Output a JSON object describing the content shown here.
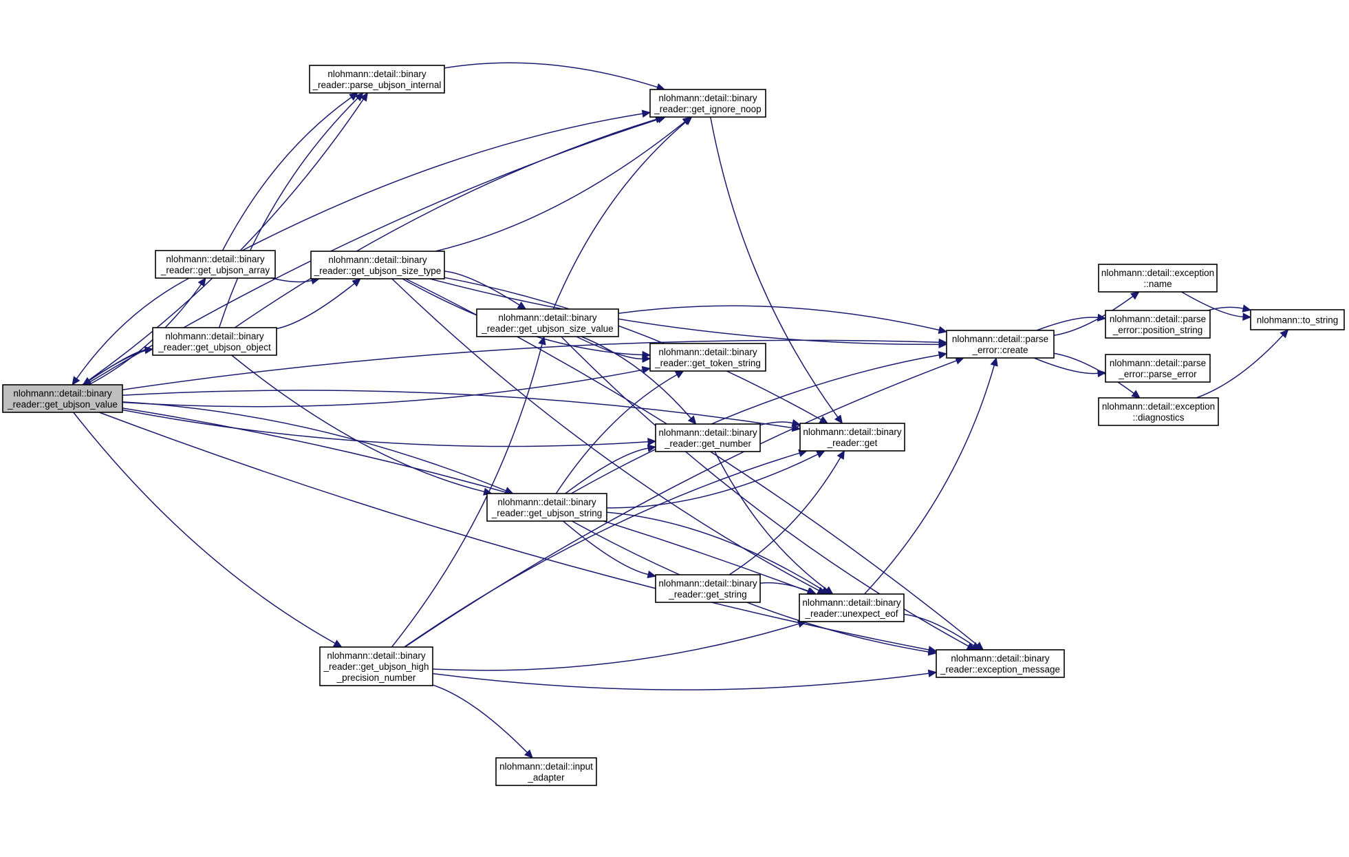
{
  "graph": {
    "nodes": {
      "root": [
        "nlohmann::detail::binary",
        "_reader::get_ubjson_value"
      ],
      "array": [
        "nlohmann::detail::binary",
        "_reader::get_ubjson_array"
      ],
      "object": [
        "nlohmann::detail::binary",
        "_reader::get_ubjson_object"
      ],
      "parse_internal": [
        "nlohmann::detail::binary",
        "_reader::parse_ubjson_internal"
      ],
      "size_type": [
        "nlohmann::detail::binary",
        "_reader::get_ubjson_size_type"
      ],
      "size_value": [
        "nlohmann::detail::binary",
        "_reader::get_ubjson_size_value"
      ],
      "ignore_noop": [
        "nlohmann::detail::binary",
        "_reader::get_ignore_noop"
      ],
      "token_string": [
        "nlohmann::detail::binary",
        "_reader::get_token_string"
      ],
      "get_number": [
        "nlohmann::detail::binary",
        "_reader::get_number"
      ],
      "get": [
        "nlohmann::detail::binary",
        "_reader::get"
      ],
      "ubjson_string": [
        "nlohmann::detail::binary",
        "_reader::get_ubjson_string"
      ],
      "get_string": [
        "nlohmann::detail::binary",
        "_reader::get_string"
      ],
      "unexpect_eof": [
        "nlohmann::detail::binary",
        "_reader::unexpect_eof"
      ],
      "high_precision": [
        "nlohmann::detail::binary",
        "_reader::get_ubjson_high",
        "_precision_number"
      ],
      "input_adapter": [
        "nlohmann::detail::input",
        "_adapter"
      ],
      "exception_message": [
        "nlohmann::detail::binary",
        "_reader::exception_message"
      ],
      "parse_error_create": [
        "nlohmann::detail::parse",
        "_error::create"
      ],
      "exception_name": [
        "nlohmann::detail::exception",
        "::name"
      ],
      "position_string": [
        "nlohmann::detail::parse",
        "_error::position_string"
      ],
      "parse_error_ctor": [
        "nlohmann::detail::parse",
        "_error::parse_error"
      ],
      "diagnostics": [
        "nlohmann::detail::exception",
        "::diagnostics"
      ],
      "to_string": [
        "nlohmann::to_string"
      ]
    },
    "edges": [
      [
        "root",
        "array"
      ],
      [
        "root",
        "object"
      ],
      [
        "root",
        "parse_internal"
      ],
      [
        "root",
        "ignore_noop"
      ],
      [
        "root",
        "token_string"
      ],
      [
        "root",
        "get"
      ],
      [
        "root",
        "get_number"
      ],
      [
        "root",
        "ubjson_string"
      ],
      [
        "root",
        "high_precision"
      ],
      [
        "root",
        "unexpect_eof"
      ],
      [
        "root",
        "exception_message"
      ],
      [
        "root",
        "parse_error_create"
      ],
      [
        "array",
        "root"
      ],
      [
        "array",
        "parse_internal"
      ],
      [
        "array",
        "size_type"
      ],
      [
        "array",
        "ignore_noop"
      ],
      [
        "object",
        "root"
      ],
      [
        "object",
        "parse_internal"
      ],
      [
        "object",
        "size_type"
      ],
      [
        "object",
        "ignore_noop"
      ],
      [
        "object",
        "ubjson_string"
      ],
      [
        "parse_internal",
        "ignore_noop"
      ],
      [
        "size_type",
        "ignore_noop"
      ],
      [
        "size_type",
        "size_value"
      ],
      [
        "size_type",
        "token_string"
      ],
      [
        "size_type",
        "get"
      ],
      [
        "size_type",
        "unexpect_eof"
      ],
      [
        "size_type",
        "exception_message"
      ],
      [
        "size_type",
        "parse_error_create"
      ],
      [
        "size_value",
        "ignore_noop"
      ],
      [
        "size_value",
        "token_string"
      ],
      [
        "size_value",
        "get_number"
      ],
      [
        "size_value",
        "exception_message"
      ],
      [
        "size_value",
        "parse_error_create"
      ],
      [
        "ignore_noop",
        "get"
      ],
      [
        "get_number",
        "get"
      ],
      [
        "get_number",
        "unexpect_eof"
      ],
      [
        "ubjson_string",
        "get_number"
      ],
      [
        "ubjson_string",
        "get"
      ],
      [
        "ubjson_string",
        "token_string"
      ],
      [
        "ubjson_string",
        "get_string"
      ],
      [
        "ubjson_string",
        "unexpect_eof"
      ],
      [
        "ubjson_string",
        "exception_message"
      ],
      [
        "ubjson_string",
        "parse_error_create"
      ],
      [
        "get_string",
        "get"
      ],
      [
        "get_string",
        "unexpect_eof"
      ],
      [
        "unexpect_eof",
        "parse_error_create"
      ],
      [
        "unexpect_eof",
        "exception_message"
      ],
      [
        "high_precision",
        "size_value"
      ],
      [
        "high_precision",
        "get"
      ],
      [
        "high_precision",
        "unexpect_eof"
      ],
      [
        "high_precision",
        "input_adapter"
      ],
      [
        "high_precision",
        "exception_message"
      ],
      [
        "high_precision",
        "parse_error_create"
      ],
      [
        "parse_error_create",
        "exception_name"
      ],
      [
        "parse_error_create",
        "position_string"
      ],
      [
        "parse_error_create",
        "parse_error_ctor"
      ],
      [
        "parse_error_create",
        "diagnostics"
      ],
      [
        "exception_name",
        "to_string"
      ],
      [
        "position_string",
        "to_string"
      ],
      [
        "diagnostics",
        "to_string"
      ]
    ]
  }
}
